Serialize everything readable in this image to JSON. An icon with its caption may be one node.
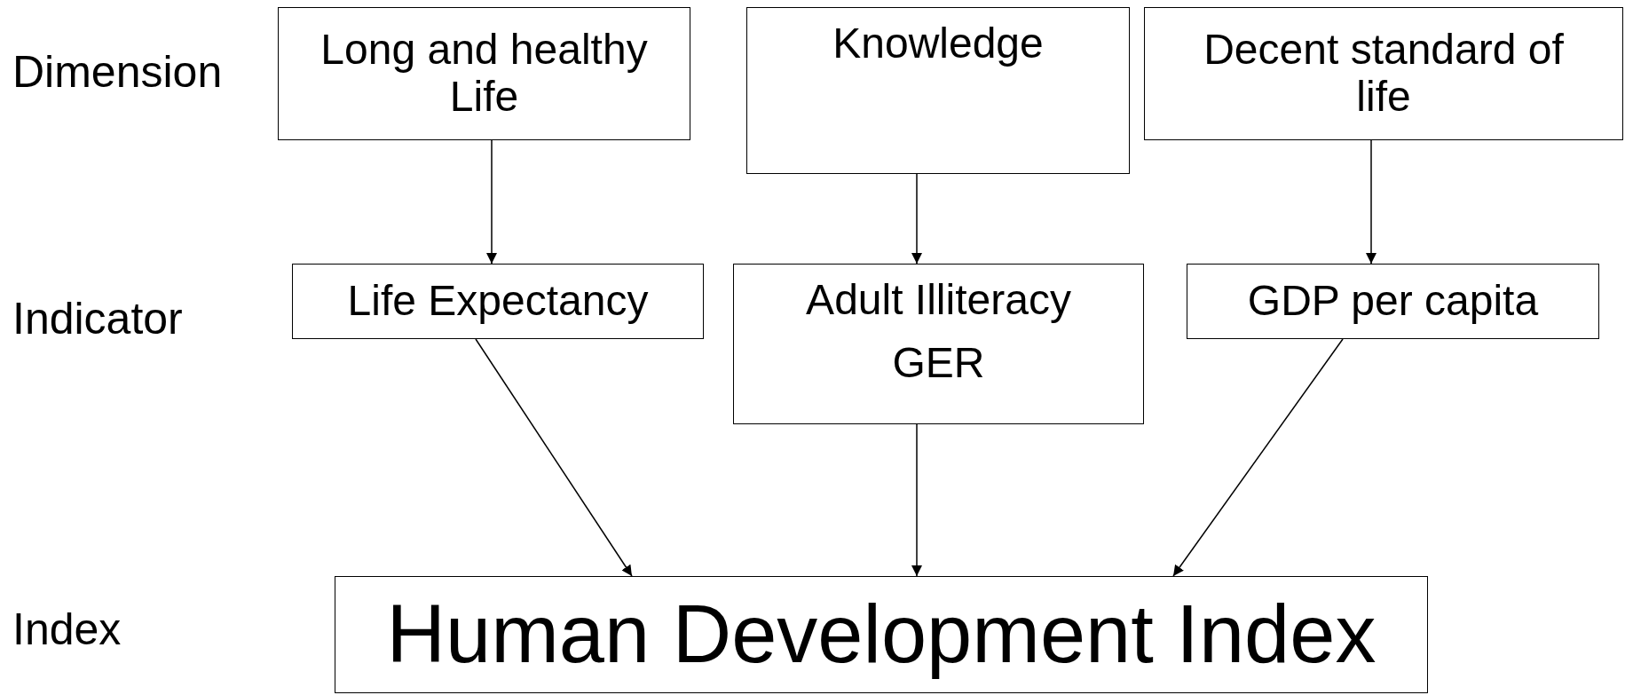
{
  "diagram": {
    "nodes": [
      {
        "text": [
          "Long and healthy Life"
        ]
      },
      {
        "text": [
          "Knowledge"
        ]
      },
      {
        "text": [
          "Decent standard of life"
        ]
      },
      {
        "text": [
          "Life Expectancy"
        ]
      },
      {
        "text": [
          "Adult Illiteracy",
          "GER"
        ]
      },
      {
        "text": [
          "GDP per capita"
        ]
      },
      {
        "text": [
          "Human Development Index"
        ]
      }
    ],
    "edges": [
      {
        "from": 0,
        "to": 3,
        "arrow": "to"
      },
      {
        "from": 1,
        "to": 4,
        "arrow": "to"
      },
      {
        "from": 2,
        "to": 5,
        "arrow": "to"
      },
      {
        "from": 3,
        "to": 6,
        "arrow": "to"
      },
      {
        "from": 4,
        "to": 6,
        "arrow": "to"
      },
      {
        "from": 5,
        "to": 6,
        "arrow": "to"
      }
    ],
    "labels": [
      "Dimension",
      "Indicator",
      "Index"
    ]
  }
}
